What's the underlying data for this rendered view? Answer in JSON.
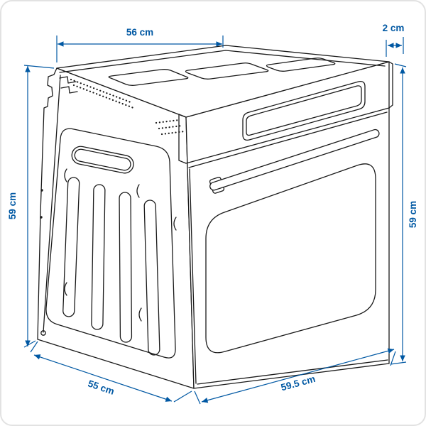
{
  "canvas": {
    "background": "#ffffff",
    "corner_border_color": "#e2e2e2"
  },
  "illustration": {
    "name": "built-in-oven-isometric-line-drawing",
    "line_color": "#1a1a1a"
  },
  "dimensions": {
    "accent_color": "#0058a3",
    "labels": [
      {
        "id": "top-width",
        "text": "56 cm"
      },
      {
        "id": "control-panel-depth",
        "text": "2 cm"
      },
      {
        "id": "left-height",
        "text": "59 cm"
      },
      {
        "id": "right-height",
        "text": "59 cm"
      },
      {
        "id": "side-depth",
        "text": "55 cm"
      },
      {
        "id": "front-width",
        "text": "59.5 cm"
      }
    ]
  }
}
